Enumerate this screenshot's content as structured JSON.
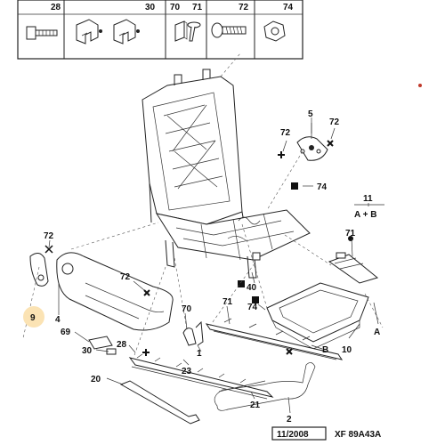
{
  "header_parts": [
    {
      "num": "28",
      "icon": "bolt-icon"
    },
    {
      "num": "30",
      "icon": "clip-pair-icon"
    },
    {
      "num": "70",
      "icon": "clip-icon"
    },
    {
      "num": "71",
      "icon": "push-pin-icon"
    },
    {
      "num": "72",
      "icon": "screw-icon"
    },
    {
      "num": "74",
      "icon": "nut-icon"
    }
  ],
  "callouts": {
    "c5": "5",
    "c72a": "72",
    "c72b": "72",
    "c74a": "74",
    "c11": "11",
    "c11sub": "A + B",
    "c71a": "71",
    "c72c": "72",
    "c72d": "72",
    "c9": "9",
    "c4": "4",
    "c40": "40",
    "c74b": "74",
    "c70": "70",
    "c71b": "71",
    "c69": "69",
    "c30": "30",
    "c28": "28",
    "c1": "1",
    "c20": "20",
    "c23": "23",
    "c21": "21",
    "c2": "2",
    "cB": "B",
    "c10": "10",
    "cA": "A"
  },
  "footer": {
    "date": "11/2008",
    "ref": "XF 89A43A"
  }
}
